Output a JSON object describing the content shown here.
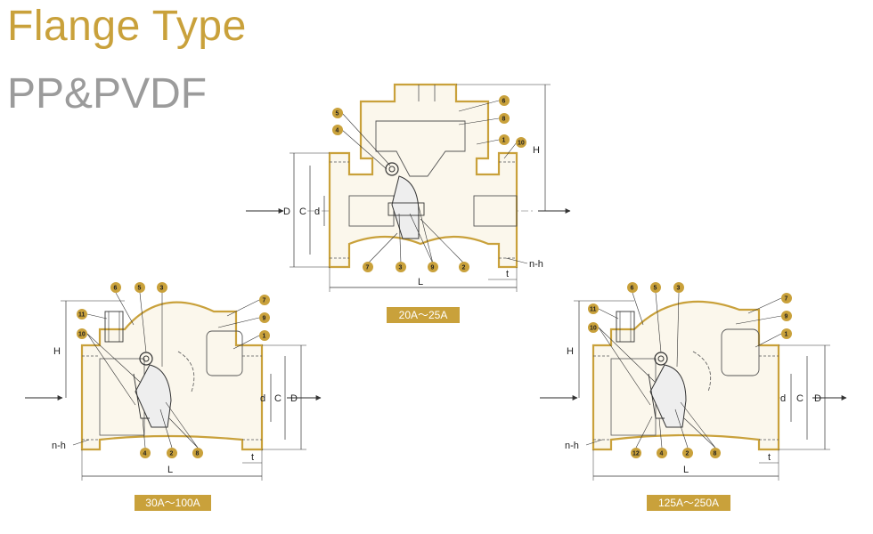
{
  "header": {
    "title": "Flange Type",
    "subtitle": "PP&PVDF"
  },
  "colors": {
    "gold": "#c9a13b",
    "gray": "#9b9b9b",
    "line": "#333333",
    "badge": "#c9a13b"
  },
  "diagrams": {
    "top": {
      "range_label": "20A～25A",
      "dims": {
        "H": "H",
        "D": "D",
        "C": "C",
        "d": "d",
        "L": "L",
        "t": "t",
        "nh": "n-h"
      },
      "parts": [
        "5",
        "4",
        "6",
        "8",
        "1",
        "10",
        "7",
        "3",
        "9",
        "2"
      ]
    },
    "left": {
      "range_label": "30A～100A",
      "dims": {
        "H": "H",
        "D": "D",
        "C": "C",
        "d": "d",
        "L": "L",
        "t": "t",
        "nh": "n-h"
      },
      "parts": [
        "6",
        "5",
        "3",
        "7",
        "11",
        "9",
        "10",
        "1",
        "4",
        "2",
        "8"
      ]
    },
    "right": {
      "range_label": "125A～250A",
      "dims": {
        "H": "H",
        "D": "D",
        "C": "C",
        "d": "d",
        "L": "L",
        "t": "t",
        "nh": "n-h"
      },
      "parts": [
        "6",
        "5",
        "3",
        "7",
        "11",
        "9",
        "10",
        "1",
        "12",
        "4",
        "2",
        "8"
      ]
    }
  }
}
